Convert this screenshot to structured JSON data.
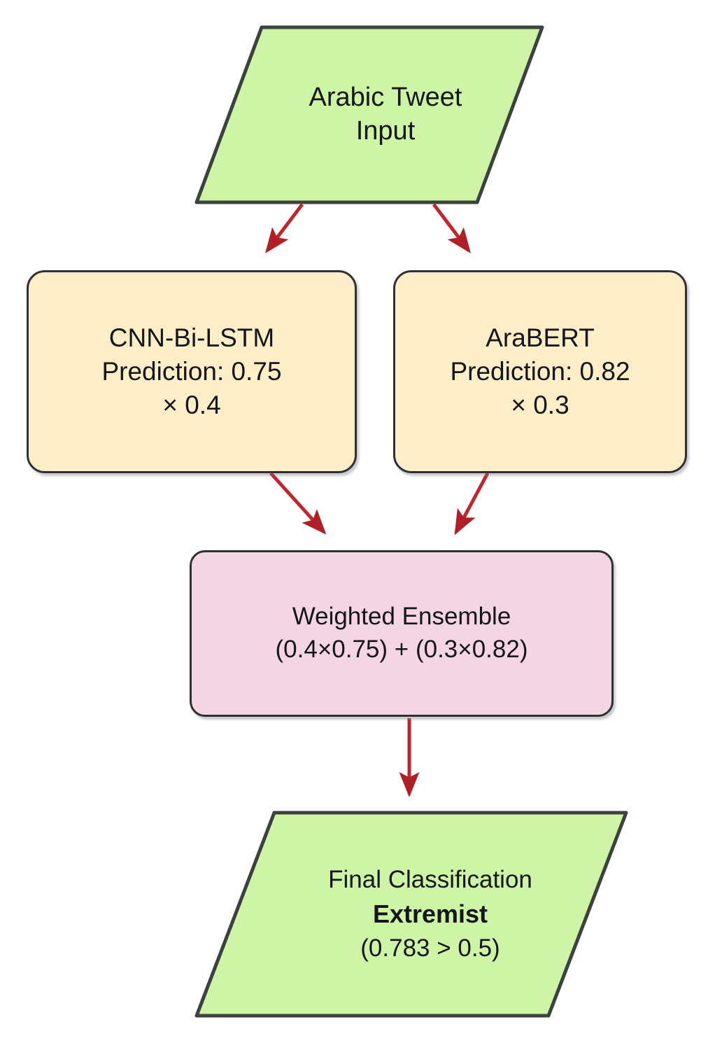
{
  "diagram": {
    "type": "flowchart",
    "orientation": "top-to-bottom",
    "colors": {
      "data_node_fill": "#cef5a6",
      "process_node_fill": "#fdeec8",
      "ensemble_node_fill": "#f3d6e2",
      "node_border": "#2f3034",
      "edge": "#c1262d",
      "text": "#15161a",
      "background": "#ffffff"
    },
    "nodes": [
      {
        "id": "input",
        "shape": "parallelogram",
        "fill": "#cef5a6",
        "lines": [
          {
            "text": "Arabic Tweet",
            "bold": false
          },
          {
            "text": "Input",
            "bold": false
          }
        ]
      },
      {
        "id": "cnn",
        "shape": "rounded-rect",
        "fill": "#fdeec8",
        "lines": [
          {
            "text": "CNN-Bi-LSTM",
            "bold": false
          },
          {
            "text": "Prediction: 0.75",
            "bold": false
          },
          {
            "text": "× 0.4",
            "bold": false
          }
        ]
      },
      {
        "id": "arabert",
        "shape": "rounded-rect",
        "fill": "#fdeec8",
        "lines": [
          {
            "text": "AraBERT",
            "bold": false
          },
          {
            "text": "Prediction: 0.82",
            "bold": false
          },
          {
            "text": "× 0.3",
            "bold": false
          }
        ]
      },
      {
        "id": "ensemble",
        "shape": "rounded-rect",
        "fill": "#f3d6e2",
        "lines": [
          {
            "text": "Weighted Ensemble",
            "bold": false
          },
          {
            "text": "(0.4×0.75) + (0.3×0.82)",
            "bold": false
          }
        ]
      },
      {
        "id": "final",
        "shape": "parallelogram",
        "fill": "#cef5a6",
        "lines": [
          {
            "text": "Final Classification",
            "bold": false
          },
          {
            "text": "Extremist",
            "bold": true
          },
          {
            "text": "(0.783 > 0.5)",
            "bold": false
          }
        ]
      }
    ],
    "edges": [
      {
        "from": "input",
        "to": "cnn",
        "label": ""
      },
      {
        "from": "input",
        "to": "arabert",
        "label": ""
      },
      {
        "from": "cnn",
        "to": "ensemble",
        "label": ""
      },
      {
        "from": "arabert",
        "to": "ensemble",
        "label": ""
      },
      {
        "from": "ensemble",
        "to": "final",
        "label": ""
      }
    ]
  },
  "nodes": {
    "input": {
      "line1": "Arabic Tweet",
      "line2": "Input"
    },
    "cnn": {
      "line1": "CNN-Bi-LSTM",
      "line2": "Prediction: 0.75",
      "line3": "× 0.4"
    },
    "arabert": {
      "line1": "AraBERT",
      "line2": "Prediction: 0.82",
      "line3": "× 0.3"
    },
    "ensemble": {
      "line1": "Weighted Ensemble",
      "line2": "(0.4×0.75) + (0.3×0.82)"
    },
    "final": {
      "line1": "Final Classification",
      "line2": "Extremist",
      "line3": "(0.783 > 0.5)"
    }
  }
}
